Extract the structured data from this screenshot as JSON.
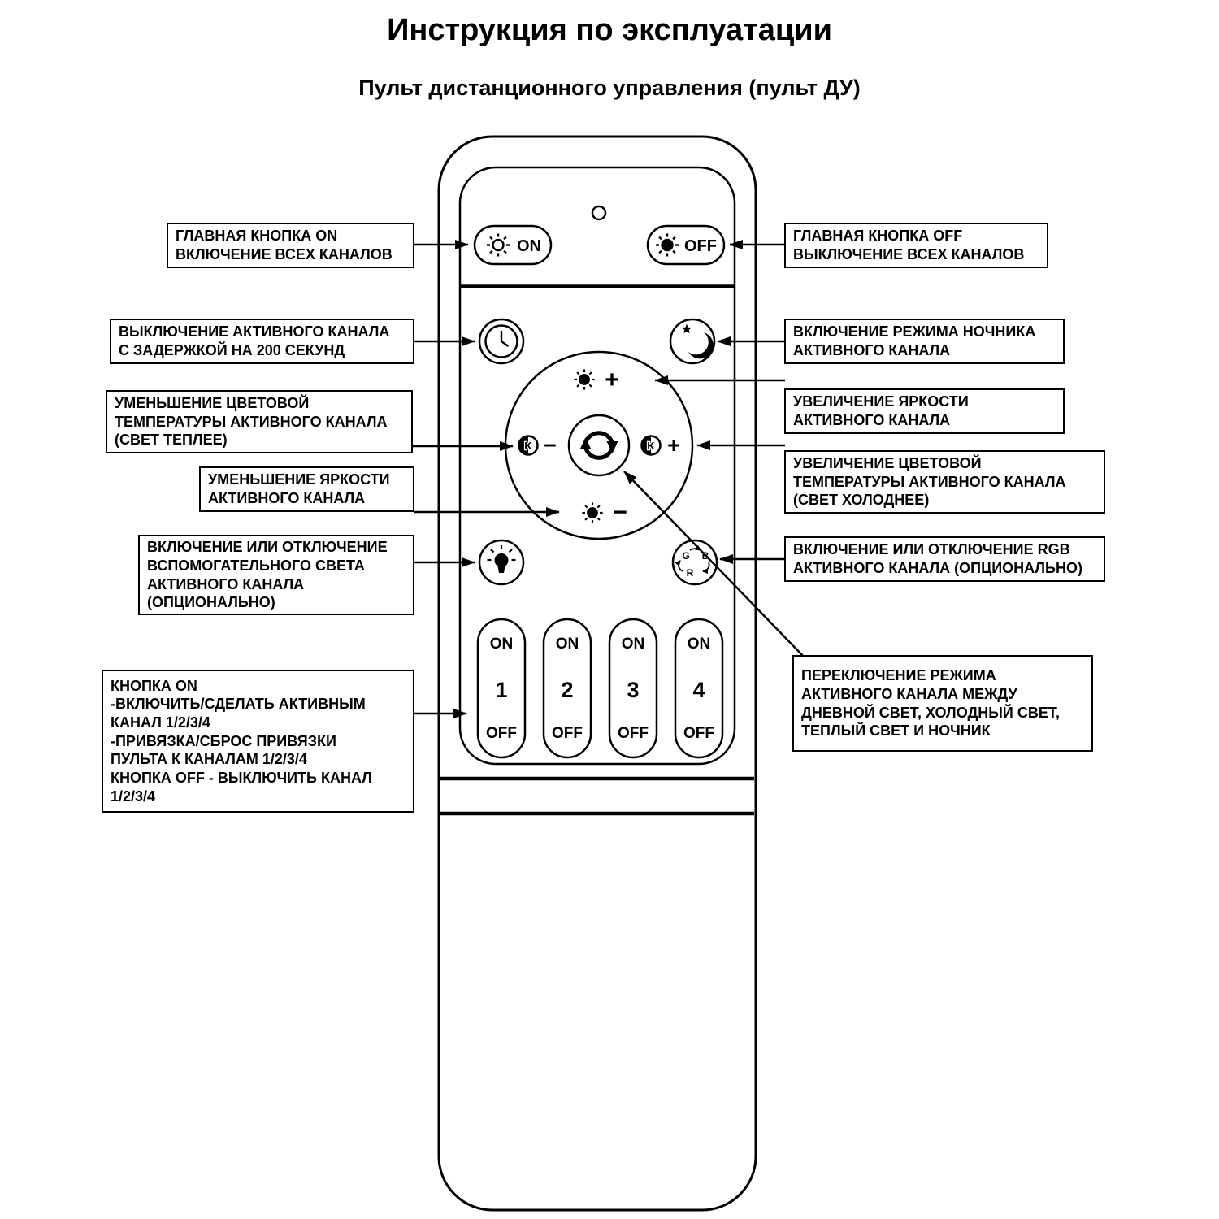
{
  "page": {
    "title": "Инструкция по эксплуатации",
    "subtitle": "Пульт дистанционного управления (пульт ДУ)"
  },
  "remote": {
    "main_on_label": "ON",
    "main_off_label": "OFF",
    "plus": "+",
    "minus": "−",
    "kelvin": "K",
    "rgb": {
      "g": "G",
      "b": "B",
      "r": "R"
    },
    "channels": [
      {
        "on": "ON",
        "number": "1",
        "off": "OFF"
      },
      {
        "on": "ON",
        "number": "2",
        "off": "OFF"
      },
      {
        "on": "ON",
        "number": "3",
        "off": "OFF"
      },
      {
        "on": "ON",
        "number": "4",
        "off": "OFF"
      }
    ],
    "icons": {
      "main_on": "sun-outline-icon",
      "main_off": "sun-filled-icon",
      "delay_off": "clock-icon",
      "night_light": "moon-star-icon",
      "brightness_up": "sun-plus-icon",
      "brightness_down": "sun-minus-icon",
      "color_temp_down": "kelvin-minus-icon",
      "color_temp_up": "kelvin-plus-icon",
      "mode_cycle": "cycle-arrows-icon",
      "aux_light": "bulb-icon",
      "rgb_toggle": "rgb-cycle-icon",
      "power_led": "led-dot"
    }
  },
  "callouts": {
    "left": [
      {
        "text": "ГЛАВНАЯ КНОПКА ON\nВКЛЮЧЕНИЕ ВСЕХ КАНАЛОВ"
      },
      {
        "text": "ВЫКЛЮЧЕНИЕ АКТИВНОГО КАНАЛА\nС ЗАДЕРЖКОЙ НА 200 СЕКУНД"
      },
      {
        "text": "УМЕНЬШЕНИЕ ЦВЕТОВОЙ\nТЕМПЕРАТУРЫ АКТИВНОГО КАНАЛА\n(СВЕТ ТЕПЛЕЕ)"
      },
      {
        "text": "УМЕНЬШЕНИЕ ЯРКОСТИ\nАКТИВНОГО КАНАЛА"
      },
      {
        "text": "ВКЛЮЧЕНИЕ ИЛИ ОТКЛЮЧЕНИЕ\nВСПОМОГАТЕЛЬНОГО СВЕТА\nАКТИВНОГО КАНАЛА\n(ОПЦИОНАЛЬНО)"
      },
      {
        "text": "КНОПКА ON\n-ВКЛЮЧИТЬ/СДЕЛАТЬ АКТИВНЫМ\nКАНАЛ 1/2/3/4\n-ПРИВЯЗКА/СБРОС ПРИВЯЗКИ\nПУЛЬТА К КАНАЛАМ 1/2/3/4\nКНОПКА OFF - ВЫКЛЮЧИТЬ КАНАЛ\n1/2/3/4"
      }
    ],
    "right": [
      {
        "text": "ГЛАВНАЯ КНОПКА OFF\nВЫКЛЮЧЕНИЕ ВСЕХ КАНАЛОВ"
      },
      {
        "text": "ВКЛЮЧЕНИЕ РЕЖИМА НОЧНИКА\nАКТИВНОГО КАНАЛА"
      },
      {
        "text": "УВЕЛИЧЕНИЕ ЯРКОСТИ\nАКТИВНОГО КАНАЛА"
      },
      {
        "text": "УВЕЛИЧЕНИЕ ЦВЕТОВОЙ\nТЕМПЕРАТУРЫ АКТИВНОГО КАНАЛА\n(СВЕТ ХОЛОДНЕЕ)"
      },
      {
        "text": "ВКЛЮЧЕНИЕ ИЛИ ОТКЛЮЧЕНИЕ RGB\nАКТИВНОГО КАНАЛА (ОПЦИОНАЛЬНО)"
      },
      {
        "text": "ПЕРЕКЛЮЧЕНИЕ РЕЖИМА\nАКТИВНОГО КАНАЛА МЕЖДУ\nДНЕВНОЙ СВЕТ, ХОЛОДНЫЙ СВЕТ,\nТЕПЛЫЙ СВЕТ И НОЧНИК"
      }
    ]
  }
}
